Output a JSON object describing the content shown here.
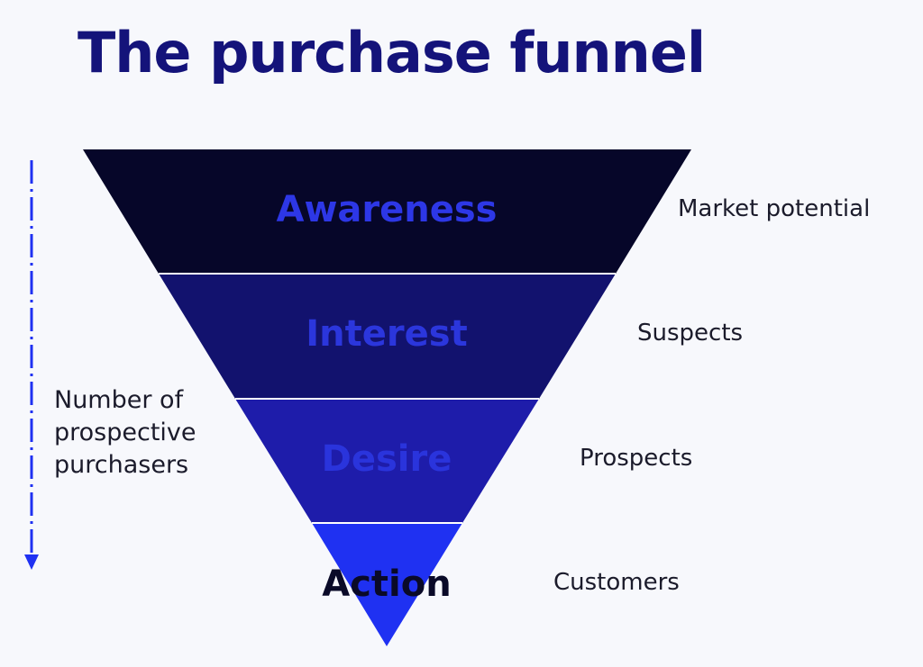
{
  "title": "The purchase funnel",
  "stages": [
    {
      "label": "Awareness",
      "result": "Market potential",
      "fill": "#060629",
      "text_color": "#2d37e6"
    },
    {
      "label": "Interest",
      "result": "Suspects",
      "fill": "#12126e",
      "text_color": "#2b36dc"
    },
    {
      "label": "Desire",
      "result": "Prospects",
      "fill": "#1e1caa",
      "text_color": "#2a34dc"
    },
    {
      "label": "Action",
      "result": "Customers",
      "fill": "#1f31f2",
      "text_color": "#0a0a28"
    }
  ],
  "axis_label": [
    "Number of",
    "prospective",
    "purchasers"
  ],
  "axis_color": "#1f31f2",
  "axis_icon": "arrow-down-icon"
}
